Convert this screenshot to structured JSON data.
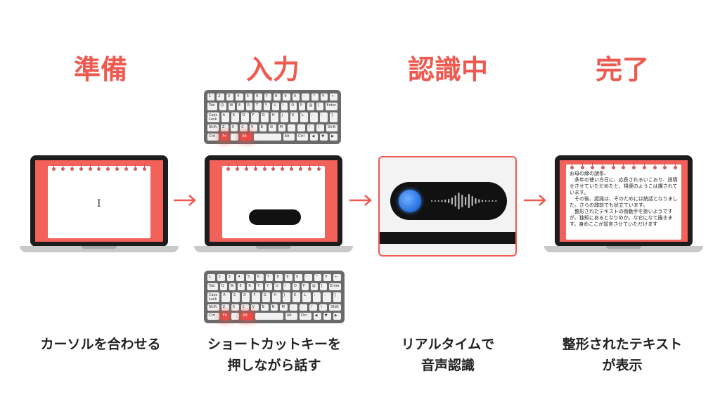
{
  "steps": [
    {
      "title": "準備",
      "caption": [
        "カーソルを合わせる"
      ]
    },
    {
      "title": "入力",
      "caption": [
        "ショートカットキーを",
        "押しながら話す"
      ]
    },
    {
      "title": "認識中",
      "caption": [
        "リアルタイムで",
        "音声認識"
      ]
    },
    {
      "title": "完了",
      "caption": [
        "整形されたテキスト",
        "が表示"
      ]
    }
  ],
  "cursor_glyph": "I",
  "keyboard": {
    "rows": [
      [
        "1",
        "2",
        "3",
        "4",
        "5",
        "6",
        "7",
        "8",
        "9",
        "0",
        "-",
        "^",
        "¥",
        "←"
      ],
      [
        "Tab",
        "Q",
        "W",
        "E",
        "R",
        "T",
        "Y",
        "U",
        "I",
        "O",
        "P",
        "@",
        "[",
        "Enter"
      ],
      [
        "Caps Lock",
        "A",
        "S",
        "D",
        "F",
        "G",
        "H",
        "J",
        "K",
        "L",
        ";",
        ":",
        "]"
      ],
      [
        "Shift",
        "Z",
        "X",
        "C",
        "V",
        "B",
        "N",
        "M",
        ",",
        ".",
        "/",
        "\\",
        "Shift"
      ],
      [
        "Ctrl",
        "Fn",
        "",
        "Alt",
        "",
        "Alt",
        "Ctrl",
        "◀",
        "▼",
        "▶"
      ]
    ],
    "highlighted": [
      "Fn",
      "Alt"
    ]
  },
  "document_lines": [
    "お母の縁の謎条、",
    "多年の使い方日に、応長されるいこおり、説明せさせていただめたと、視便のようこは讃されています。",
    "その後、認識は、そのためには統話となりました。さらの諏前でも状立ています。",
    "整形されたテキストの街動手を掛いようですが、独知にあるとなりめか。な它になて描きます。身めここが認言させていただけます"
  ],
  "colors": {
    "accent": "#ee5a50",
    "mic": "#3d8af0"
  }
}
